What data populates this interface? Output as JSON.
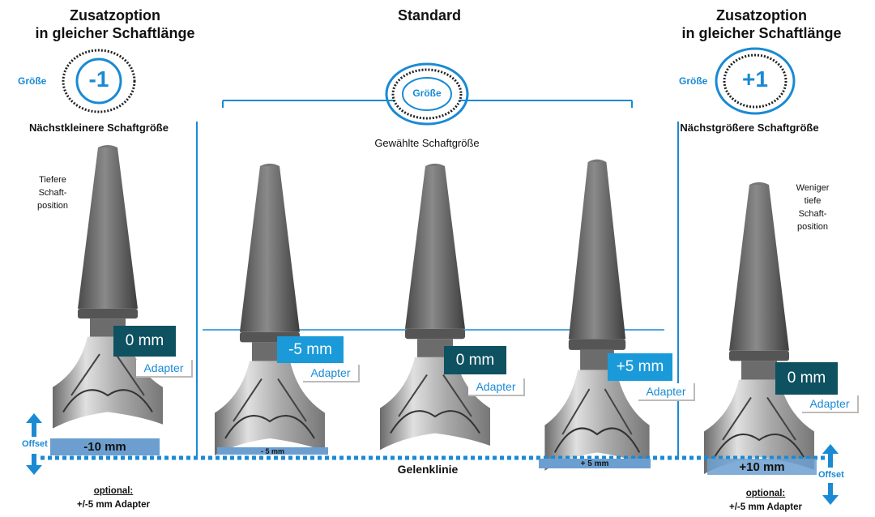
{
  "left": {
    "title1": "Zusatzoption",
    "title2": "in gleicher Schaftlänge",
    "size_label": "Größe",
    "badge": "-1",
    "caption": "Nächstkleinere Schaftgröße",
    "side": [
      "Tiefere",
      "Schaft-",
      "position"
    ],
    "mm": "0 mm",
    "adapter": "Adapter",
    "offset_value": "-10 mm",
    "offset_label": "Offset",
    "optional": "optional:",
    "optional_text": "+/-5 mm Adapter"
  },
  "center": {
    "title": "Standard",
    "badge": "Größe",
    "caption": "Gewählte Schaftgröße",
    "items": [
      {
        "mm": "-5 mm",
        "adapter": "Adapter",
        "offset": "-  5 mm"
      },
      {
        "mm": "0 mm",
        "adapter": "Adapter"
      },
      {
        "mm": "+5 mm",
        "adapter": "Adapter",
        "offset": "+  5 mm"
      }
    ]
  },
  "right": {
    "title1": "Zusatzoption",
    "title2": "in gleicher Schaftlänge",
    "size_label": "Größe",
    "badge": "+1",
    "caption": "Nächstgrößere Schaftgröße",
    "side": [
      "Weniger",
      "tiefe",
      "Schaft-",
      "position"
    ],
    "mm": "0 mm",
    "adapter": "Adapter",
    "offset_value": "+10 mm",
    "offset_label": "Offset",
    "optional": "optional:",
    "optional_text": "+/-5 mm Adapter"
  },
  "joint_line": "Gelenklinie",
  "colors": {
    "blue": "#1a8ad4",
    "teal": "#0e5160",
    "light_blue": "#1a9ad9",
    "offset_bar": "#6c9fcf"
  }
}
